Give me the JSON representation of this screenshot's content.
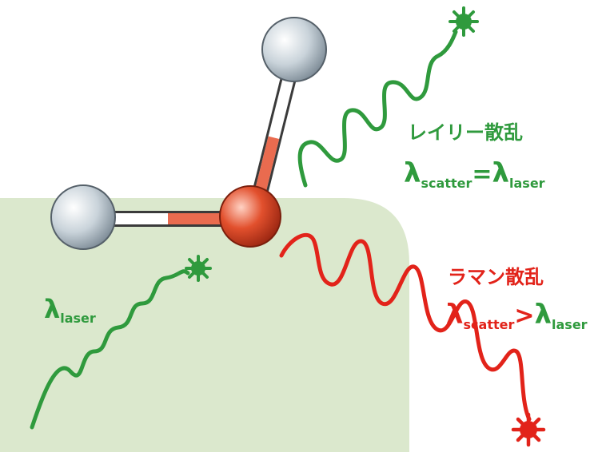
{
  "colors": {
    "background": "#ffffff",
    "surface_region": "#dbe8cd",
    "green": "#2f9a3d",
    "red": "#e2231a",
    "oxygen_atom": "#e0502f",
    "hydrogen_atom": "#b9c6ce"
  },
  "labels": {
    "rayleigh_title": "レイリー散乱",
    "rayleigh_lambda": "λ",
    "rayleigh_sub": "scatter",
    "rayleigh_eq": "=",
    "rayleigh_lambda2": "λ",
    "rayleigh_sub2": "laser",
    "raman_title": "ラマン散乱",
    "raman_lambda": "λ",
    "raman_sub": "scatter",
    "raman_gt": ">",
    "raman_lambda2": "λ",
    "raman_sub2": "laser",
    "incident_lambda": "λ",
    "incident_sub": "laser"
  },
  "icons": {
    "molecule": "water-molecule",
    "burst": "starburst-icon"
  }
}
